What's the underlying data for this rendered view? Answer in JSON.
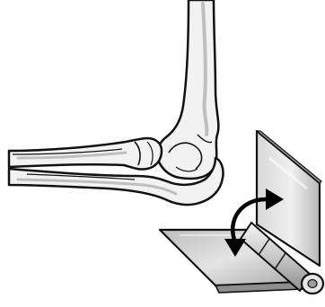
{
  "figure": {
    "subjects": [
      "elbow-joint-bones",
      "door-hinge"
    ],
    "icons": [
      "humerus-bone",
      "radius-bone",
      "ulna-bone",
      "hinge-plate-vertical",
      "hinge-plate-horizontal",
      "hinge-pin",
      "double-curved-arrow"
    ]
  },
  "colors": {
    "background": "#ffffff",
    "outline": "#111111",
    "bone_fill": "#f2f2f2",
    "bone_shade": "#bfbfbf",
    "metal_light": "#e6e6e6",
    "metal_mid": "#c9c9c9",
    "metal_dark": "#9c9c9c",
    "arrow": "#000000"
  }
}
